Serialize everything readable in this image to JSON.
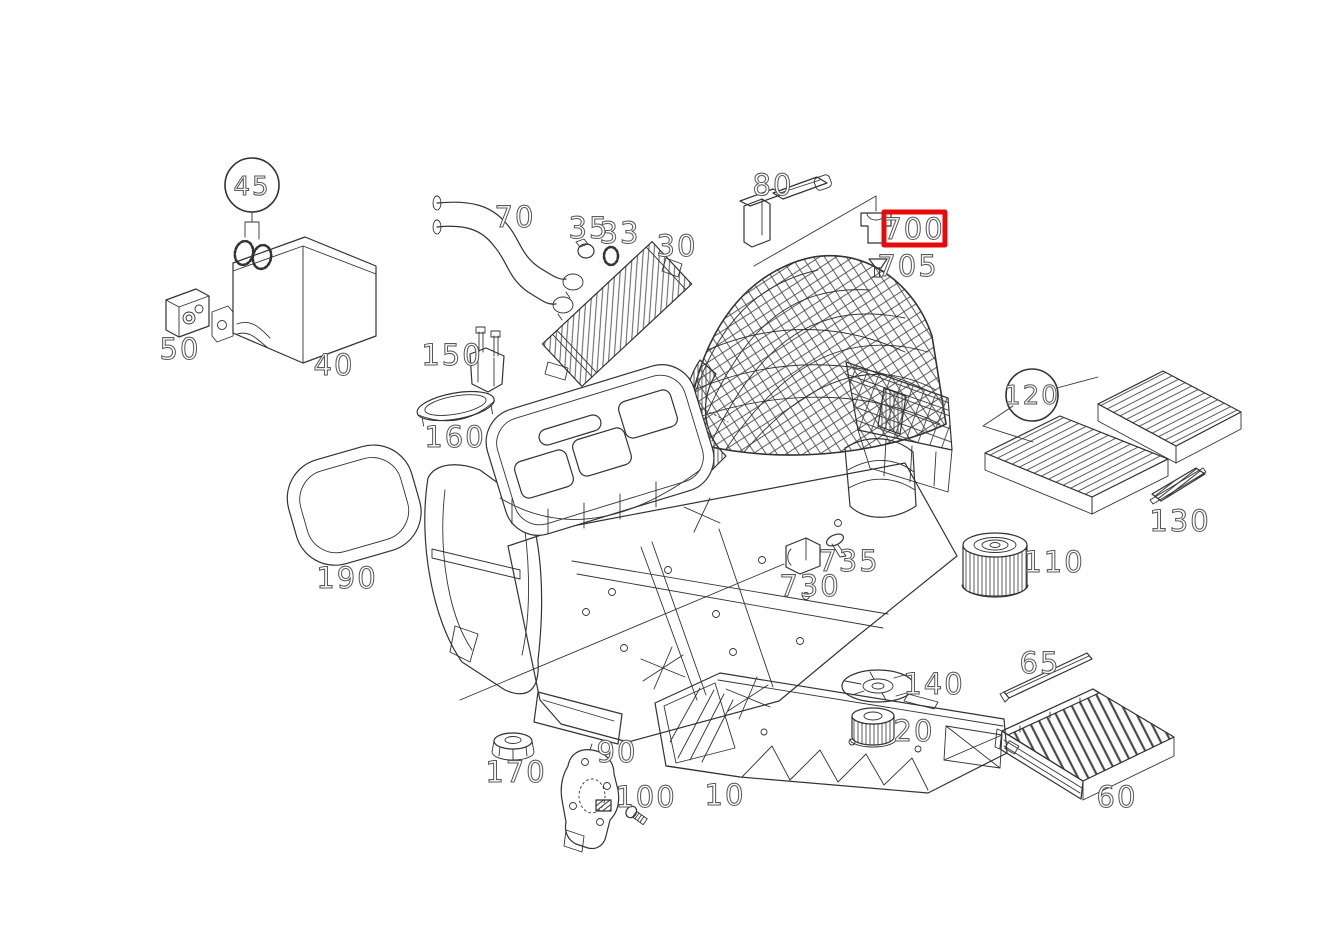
{
  "diagram": {
    "type": "exploded-parts-diagram",
    "subject": "Vehicle HVAC heating / air-conditioning unit",
    "background_color": "#ffffff",
    "line_color": "#333333",
    "label_style": "outlined-numerals",
    "highlight": {
      "part": "700",
      "box_color": "#e60a0a"
    }
  },
  "labels": {
    "p45": "45",
    "p50": "50",
    "p40": "40",
    "p70": "70",
    "p35": "35",
    "p33": "33",
    "p30": "30",
    "p150": "150",
    "p160": "160",
    "p190": "190",
    "p80": "80",
    "p700": "700",
    "p705": "705",
    "p120": "120",
    "p130": "130",
    "p110": "110",
    "p735": "735",
    "p730": "730",
    "p140": "140",
    "p20": "20",
    "p65": "65",
    "p60": "60",
    "p170": "170",
    "p90": "90",
    "p100": "100",
    "p10": "10"
  }
}
